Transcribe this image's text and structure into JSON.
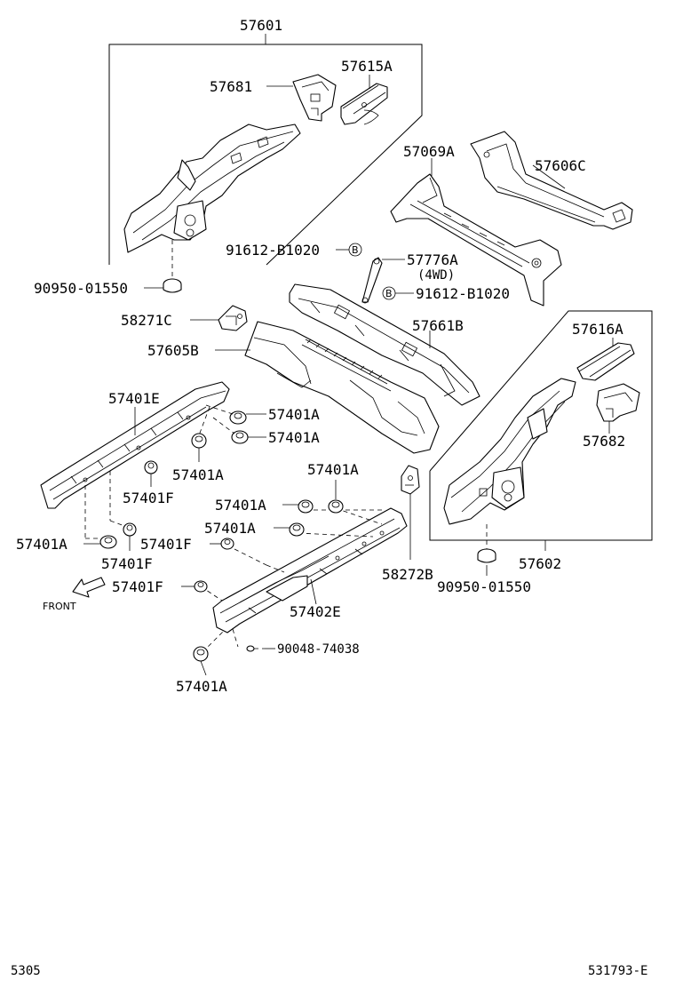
{
  "labels": {
    "l57601": "57601",
    "l57681": "57681",
    "l57615A": "57615A",
    "l57069A": "57069A",
    "l57606C": "57606C",
    "l91612_top": "91612-B1020",
    "l57776A": "57776A",
    "l4wd": "(4WD)",
    "l91612_bot": "91612-B1020",
    "l90950_left": "90950-01550",
    "l58271C": "58271C",
    "l57661B": "57661B",
    "l57605B": "57605B",
    "l57616A": "57616A",
    "l57682": "57682",
    "l57401E": "57401E",
    "l57401A_1": "57401A",
    "l57401A_2": "57401A",
    "l57401A_3": "57401A",
    "l57401A_4": "57401A",
    "l57401A_5": "57401A",
    "l57401A_6": "57401A",
    "l57401A_7": "57401A",
    "l57401A_8": "57401A",
    "l57401F_1": "57401F",
    "l57401F_2": "57401F",
    "l57401F_3": "57401F",
    "l57401F_4": "57401F",
    "l58272B": "58272B",
    "l57602": "57602",
    "l90950_right": "90950-01550",
    "l57402E": "57402E",
    "l90048": "90048-74038",
    "front": "FRONT",
    "bolt_mark_1": "B",
    "bolt_mark_2": "B"
  },
  "footer": {
    "page_number": "5305",
    "figure_code": "531793-E"
  }
}
